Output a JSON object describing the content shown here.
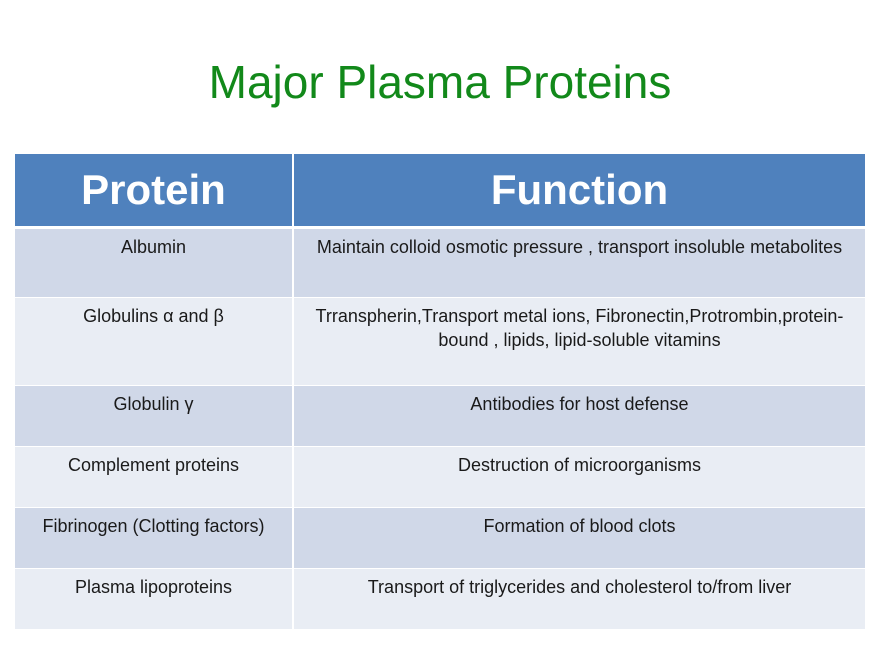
{
  "slide": {
    "title": "Major Plasma Proteins"
  },
  "table": {
    "headers": [
      "Protein",
      "Function"
    ],
    "rows": [
      {
        "protein": "Albumin",
        "function": "Maintain colloid osmotic pressure , transport insoluble metabolites"
      },
      {
        "protein": "Globulins α and β",
        "function": "Trranspherin,Transport metal ions, Fibronectin,Protrombin,protein-bound , lipids, lipid-soluble vitamins"
      },
      {
        "protein": "Globulin γ",
        "function": "Antibodies for host defense"
      },
      {
        "protein": "Complement proteins",
        "function": "Destruction of microorganisms"
      },
      {
        "protein": "Fibrinogen (Clotting factors)",
        "function": "Formation of blood clots"
      },
      {
        "protein": "Plasma lipoproteins",
        "function": "Transport of triglycerides and cholesterol to/from liver"
      }
    ]
  },
  "colors": {
    "title": "#12891a",
    "header_bg": "#4f81bd",
    "row_band_dark": "#d0d8e8",
    "row_band_light": "#e9edf4"
  }
}
